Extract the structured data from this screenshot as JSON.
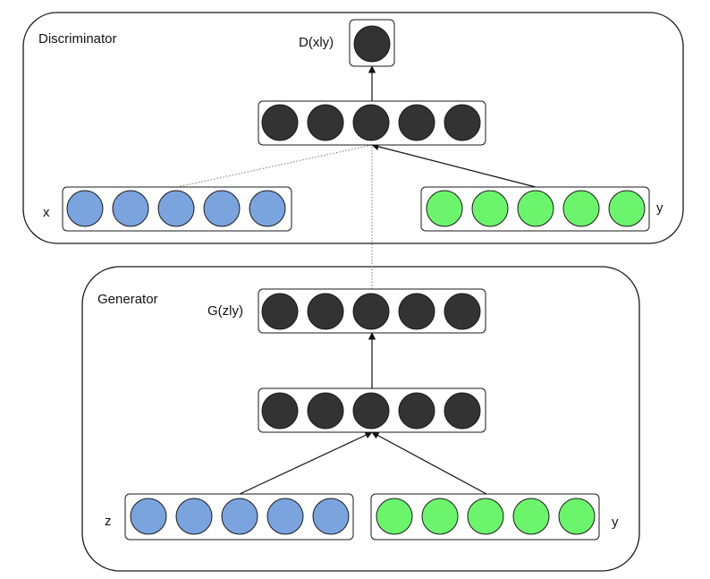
{
  "discriminator": {
    "title": "Discriminator",
    "output_label": "D(xly)",
    "input_x_label": "x",
    "input_y_label": "y"
  },
  "generator": {
    "title": "Generator",
    "output_label": "G(zly)",
    "input_z_label": "z",
    "input_y_label": "y"
  },
  "layers": [
    {
      "id": "d_out",
      "nodes": 1,
      "color": "#333333"
    },
    {
      "id": "d_hidden",
      "nodes": 5,
      "color": "#333333"
    },
    {
      "id": "d_in_x",
      "nodes": 5,
      "color": "#7ba4de"
    },
    {
      "id": "d_in_y",
      "nodes": 5,
      "color": "#6cf56c"
    },
    {
      "id": "g_out",
      "nodes": 5,
      "color": "#333333"
    },
    {
      "id": "g_hidden",
      "nodes": 5,
      "color": "#333333"
    },
    {
      "id": "g_in_z",
      "nodes": 5,
      "color": "#7ba4de"
    },
    {
      "id": "g_in_y",
      "nodes": 5,
      "color": "#6cf56c"
    }
  ],
  "edges": [
    {
      "from": "d_hidden",
      "to": "d_out",
      "style": "solid"
    },
    {
      "from": "d_in_y",
      "to": "d_hidden",
      "style": "solid"
    },
    {
      "from": "d_in_x",
      "to": "d_hidden",
      "style": "dotted"
    },
    {
      "from": "g_out",
      "to": "d_hidden",
      "style": "dotted"
    },
    {
      "from": "g_hidden",
      "to": "g_out",
      "style": "solid"
    },
    {
      "from": "g_in_z",
      "to": "g_hidden",
      "style": "solid"
    },
    {
      "from": "g_in_y",
      "to": "g_hidden",
      "style": "solid"
    }
  ]
}
